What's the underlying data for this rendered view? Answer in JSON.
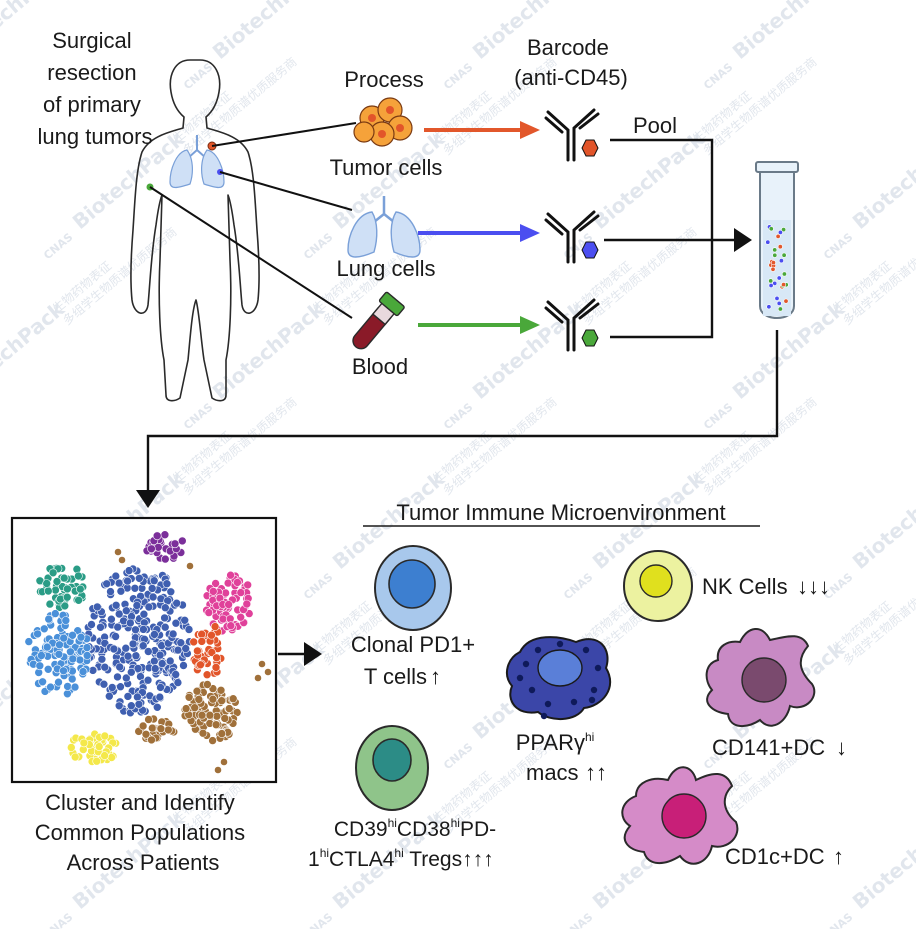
{
  "source": {
    "title_lines": [
      "Surgical",
      "resection",
      "of primary",
      "lung tumors"
    ]
  },
  "process_label": "Process",
  "samples": [
    {
      "label": "Tumor cells",
      "color": "#e2572b"
    },
    {
      "label": "Lung cells",
      "color": "#4b4ef0"
    },
    {
      "label": "Blood",
      "color": "#4aa83a"
    }
  ],
  "barcode_lines": [
    "Barcode",
    "(anti-CD45)"
  ],
  "pool_label": "Pool",
  "cluster": {
    "caption_lines": [
      "Cluster and Identify",
      "Common Populations",
      "Across Patients"
    ],
    "colors": {
      "purple": "#7b2f9a",
      "teal": "#2a9c86",
      "pink": "#e0419a",
      "blue": "#3f5fb0",
      "lightblue": "#4a90d9",
      "orange": "#e2552a",
      "brown": "#a0703a",
      "yellow": "#f4e84a"
    }
  },
  "tme": {
    "title": "Tumor Immune Microenvironment",
    "pd1": {
      "line1": "Clonal PD1+",
      "line2": "T cells",
      "trend": "↑"
    },
    "tregs": {
      "line1": [
        "CD39",
        "hi",
        "CD38",
        "hi",
        "PD-"
      ],
      "line2": [
        "1",
        "hi",
        "CTLA4",
        "hi",
        " Tregs"
      ],
      "trend": "↑↑↑"
    },
    "macs": {
      "line1": [
        "PPARγ",
        "hi"
      ],
      "line2": "macs",
      "trend": "↑↑"
    },
    "nk": {
      "label": "NK Cells",
      "trend": "↓↓↓"
    },
    "cd141": {
      "label": "CD141+DC",
      "trend": "↓"
    },
    "cd1c": {
      "label": "CD1c+DC",
      "trend": "↑"
    }
  },
  "watermark": {
    "brand": "BiotechPack",
    "cn1": "生物药物表征",
    "cn2": "多组学生物质谱优质服务商",
    "mark": "CNAS"
  }
}
